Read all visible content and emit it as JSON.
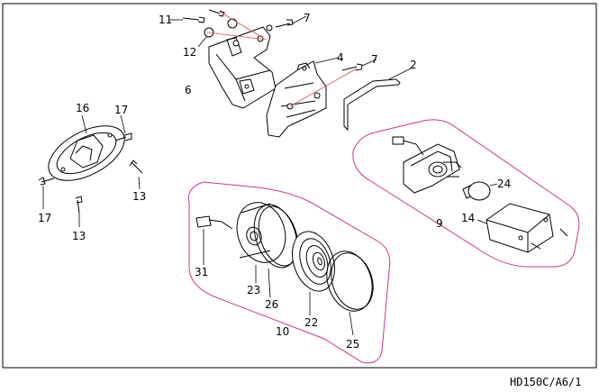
{
  "drawing_code": "HD150C/A6/1",
  "callouts": {
    "p2": "2",
    "p4": "4",
    "p6": "6",
    "p7a": "7",
    "p7b": "7",
    "p9": "9",
    "p10": "10",
    "p11": "11",
    "p12": "12",
    "p13a": "13",
    "p13b": "13",
    "p14": "14",
    "p16": "16",
    "p17a": "17",
    "p17b": "17",
    "p22": "22",
    "p23": "23",
    "p24": "24",
    "p25": "25",
    "p26": "26",
    "p31": "31"
  },
  "colors": {
    "line": "#000000",
    "group_outline": "#d0348f",
    "axis_line": "#e0464f",
    "background": "#ffffff"
  }
}
